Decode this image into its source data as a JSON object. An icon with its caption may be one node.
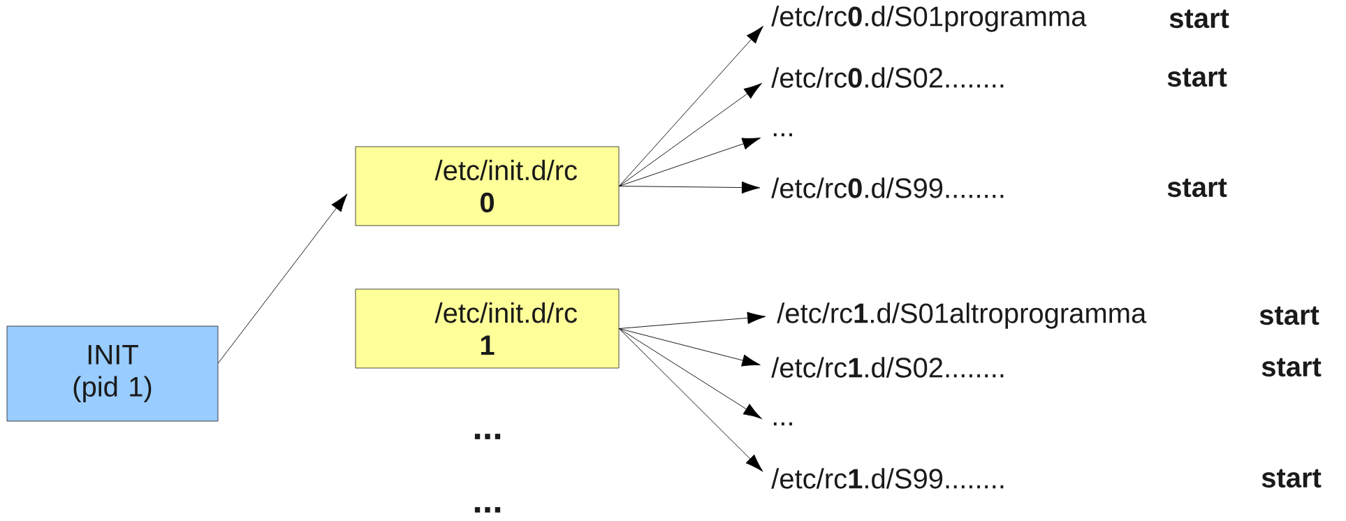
{
  "diagram": {
    "nodes": [
      {
        "text": [
          "INIT (pid 1)"
        ]
      },
      {
        "text": [
          "/etc/init.d/rc **0**"
        ]
      },
      {
        "text": [
          "/etc/rc**0**.d/S01programma",
          "start"
        ]
      },
      {
        "text": [
          "/etc/rc**0**.d/S02........",
          "start"
        ]
      },
      {
        "text": [
          "..."
        ]
      },
      {
        "text": [
          "/etc/rc**0**.d/S99........",
          "start"
        ]
      },
      {
        "text": [
          "/etc/init.d/rc **1**"
        ]
      },
      {
        "text": [
          "/etc/rc**1**.d/S01altroprogramma",
          "start"
        ]
      },
      {
        "text": [
          "/etc/rc**1**.d/S02........",
          "start"
        ]
      },
      {
        "text": [
          "..."
        ]
      },
      {
        "text": [
          "/etc/rc**1**.d/S99........",
          "start"
        ]
      }
    ],
    "edges": [
      {
        "from": 0,
        "to": 1,
        "arrow": "to"
      },
      {
        "from": 1,
        "to": 2,
        "arrow": "to"
      },
      {
        "from": 1,
        "to": 3,
        "arrow": "to"
      },
      {
        "from": 1,
        "to": 4,
        "arrow": "to"
      },
      {
        "from": 1,
        "to": 5,
        "arrow": "to"
      },
      {
        "from": 6,
        "to": 7,
        "arrow": "to"
      },
      {
        "from": 6,
        "to": 8,
        "arrow": "to"
      },
      {
        "from": 6,
        "to": 9,
        "arrow": "to"
      },
      {
        "from": 6,
        "to": 10,
        "arrow": "to"
      }
    ],
    "labels": [
      "...",
      "..."
    ]
  }
}
